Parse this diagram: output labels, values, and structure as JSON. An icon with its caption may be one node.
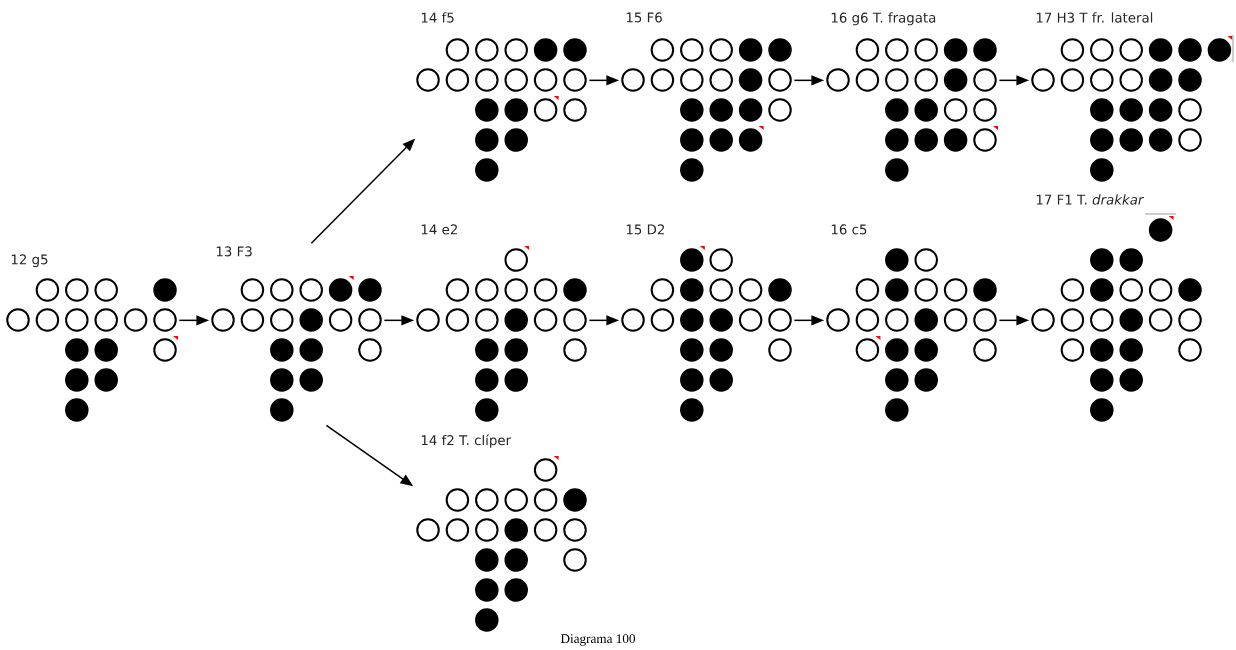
{
  "diagram": {
    "caption": "Diagrama 100",
    "nodes": [
      {
        "text": [
          "12 g5"
        ]
      },
      {
        "text": [
          "13 F3"
        ]
      },
      {
        "text": [
          "14 f5"
        ]
      },
      {
        "text": [
          "15 F6"
        ]
      },
      {
        "text": [
          "16 g6 T. fragata"
        ]
      },
      {
        "text": [
          "17 H3 T fr. lateral"
        ]
      },
      {
        "text": [
          "14 e2"
        ]
      },
      {
        "text": [
          "15 D2"
        ]
      },
      {
        "text": [
          "16 c5"
        ]
      },
      {
        "text": [
          "17 F1 T. *drakkar*"
        ]
      },
      {
        "text": [
          "14 f2 T. clíper"
        ]
      }
    ],
    "edges": [
      {
        "from": 0,
        "to": 1,
        "arrow": "to"
      },
      {
        "from": 1,
        "to": 2,
        "arrow": "to"
      },
      {
        "from": 1,
        "to": 6,
        "arrow": "to"
      },
      {
        "from": 1,
        "to": 10,
        "arrow": "to"
      },
      {
        "from": 2,
        "to": 3,
        "arrow": "to"
      },
      {
        "from": 3,
        "to": 4,
        "arrow": "to"
      },
      {
        "from": 4,
        "to": 5,
        "arrow": "to"
      },
      {
        "from": 6,
        "to": 7,
        "arrow": "to"
      },
      {
        "from": 7,
        "to": 8,
        "arrow": "to"
      },
      {
        "from": 8,
        "to": 9,
        "arrow": "to"
      }
    ]
  }
}
